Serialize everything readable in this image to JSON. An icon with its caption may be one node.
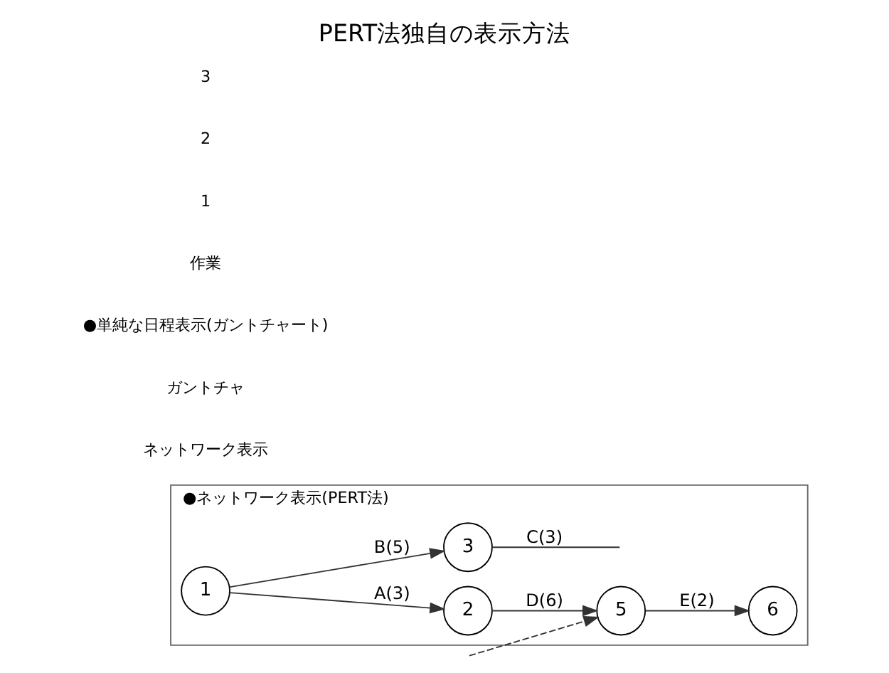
{
  "diagram": {
    "title": "PERT法独自の表示方法",
    "nodes": [
      {
        "text": [
          "●ネットワーク表示(PERT法)"
        ]
      },
      {
        "text": [
          "1"
        ],
        "in": 0
      },
      {
        "text": [
          "2"
        ],
        "in": 0
      },
      {
        "text": [
          "3"
        ],
        "in": 0
      },
      {
        "text": [
          "5"
        ],
        "in": 0
      },
      {
        "text": [
          "6"
        ],
        "in": 0
      }
    ],
    "edges": [
      {
        "from": 1,
        "to": 2,
        "arrow": "to",
        "label": "A(3)"
      },
      {
        "from": 1,
        "to": 3,
        "arrow": "to",
        "label": "B(5)"
      },
      {
        "from": 2,
        "to": 4,
        "arrow": "to",
        "label": "D(6)"
      },
      {
        "from": 4,
        "to": 5,
        "arrow": "to",
        "label": "E(2)"
      },
      {
        "from": 3,
        "to": null,
        "arrow": "none",
        "label": "C(3)"
      },
      {
        "from": null,
        "to": 4,
        "arrow": "to",
        "style": "dashed"
      }
    ],
    "labels": [
      "ネットワーク表示",
      "ガントチャ",
      "●単純な日程表示(ガントチャート)",
      "作業",
      "1",
      "2",
      "3"
    ]
  }
}
